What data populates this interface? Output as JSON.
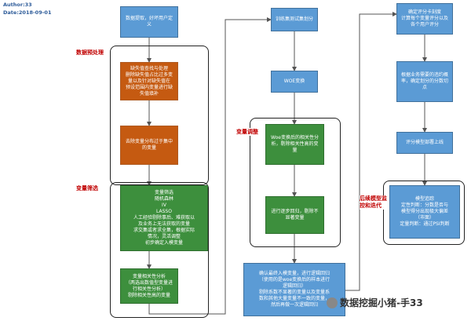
{
  "meta": {
    "author": "Author:33",
    "date": "Date:2018-09-01"
  },
  "sections": {
    "preprocess": "数据预处理",
    "select": "变量筛选",
    "adjust": "变量调整",
    "monitor": "后续模型监\n控和迭代"
  },
  "col1": {
    "b1": "数据提取，好坏用户定\n义",
    "b2": "缺失值查找与处理\n删除缺失值占比过多变\n量以及针对缺失值在\n预设范围内变量进行缺\n失值填补",
    "b3": "去除变量分布过于集中\n的变量",
    "b4": "变量筛选\n随机森林\nIV\nLASSO\n人工经验剔除事后、难获取以\n及业务上无法获取的变量\n求交集或者求全集，根据实际\n情况，灵活调整\n初步确定入模变量",
    "b5": "变量相关性分析\n（两选出数值型变量进\n行相关性分析）\n剔除相关性高的变量"
  },
  "col2": {
    "b1": "训练集测试集划分",
    "b2": "WOE变换",
    "b3": "Woe变换后的相关性分\n析，剔除相关性高的变\n量",
    "b4": "进行逐步回归，剔除不\n显著变量",
    "b5": "确认最终入模变量，进行逻辑回归\n（使用的是woe变换后的样本进行\n逻辑回归）\n剔除系数不显著的变量以及变量系\n数和其他大量变量不一致的变量，\n然后再做一次逻辑回归"
  },
  "col3": {
    "b1": "确定评分卡刻度\n计算每个变量评分以及\n各个用户评分",
    "b2": "根据业务需要的违约概\n率，确定划分的分数切\n点",
    "b3": "评分模型部署上线",
    "b4": "模型追踪\n定性判断：分数是否与\n模型得分出现极大偏差\n（市面）\n定量判断：通过PSI判断"
  },
  "watermark": "数据挖掘小猪-手33",
  "colors": {
    "blue": "#5b9bd5",
    "orange": "#c55a11",
    "green": "#3d8f3d",
    "label": "#c00000"
  }
}
